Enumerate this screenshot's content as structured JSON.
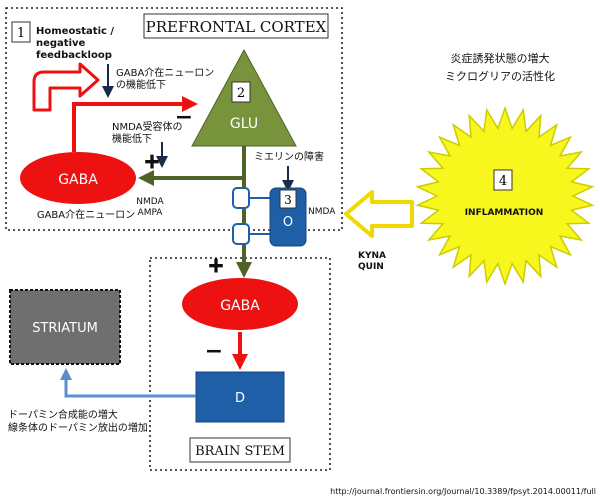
{
  "regions": {
    "prefrontal": "PREFRONTAL CORTEX",
    "brainstem": "BRAIN STEM",
    "striatum": "STRIATUM"
  },
  "markers": {
    "m1": "1",
    "m2": "2",
    "m3": "3",
    "m4": "4"
  },
  "feedback_label": [
    "Homeostatic /",
    "negative",
    "feedbackloop"
  ],
  "nodes": {
    "glu": "GLU",
    "gaba_top": "GABA",
    "gaba_bottom": "GABA",
    "o": "O",
    "d": "D",
    "inflammation": "INFLAMMATION"
  },
  "annotations": {
    "gaba_decline": [
      "GABA介在ニューロン",
      "の機能低下"
    ],
    "nmda_decline": [
      "NMDA受容体の",
      "機能低下"
    ],
    "gaba_interneuron": "GABA介在ニューロン",
    "nmda_ampa": [
      "NMDA",
      "AMPA"
    ],
    "myelin": "ミエリンの障害",
    "nmda": "NMDA",
    "kyna_quin": [
      "KYNA",
      "QUIN"
    ],
    "inflammation_state": [
      "炎症誘発状態の増大",
      "ミクログリアの活性化"
    ],
    "dopamine": [
      "ドーパミン合成能の増大",
      "線条体のドーパミン放出の増加"
    ]
  },
  "signs": {
    "minus": "−",
    "plus": "+"
  },
  "source_url": "http://journal.frontiersin.org/Journal/10.3389/fpsyt.2014.00011/full",
  "colors": {
    "red": "#ee1111",
    "green_tri": "#77933c",
    "green_arrow": "#4f6228",
    "blue": "#1f5fa8",
    "blue_arrow": "#5b8fc9",
    "yellow": "#f7f71d",
    "yellow_stroke": "#cccc00",
    "gray": "#6f6f6f"
  }
}
